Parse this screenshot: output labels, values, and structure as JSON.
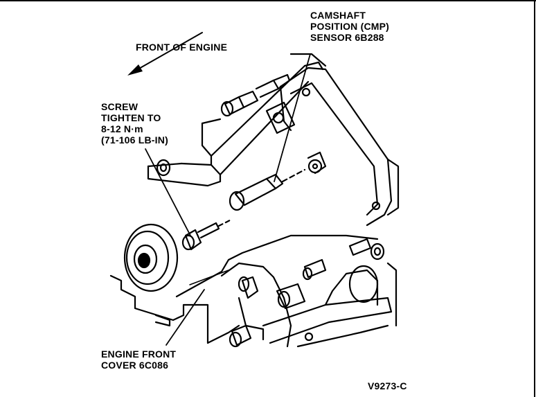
{
  "labels": {
    "front_of_engine": "FRONT OF ENGINE",
    "cmp_sensor": [
      "CAMSHAFT",
      "POSITION (CMP)",
      "SENSOR 6B288"
    ],
    "screw": [
      "SCREW",
      "TIGHTEN TO",
      "8-12 N·m",
      "(71-106 LB-IN)"
    ],
    "front_cover": [
      "ENGINE FRONT",
      "COVER 6C086"
    ],
    "figure_id": "V9273-C"
  },
  "colors": {
    "ink": "#000000",
    "paper": "#ffffff"
  }
}
